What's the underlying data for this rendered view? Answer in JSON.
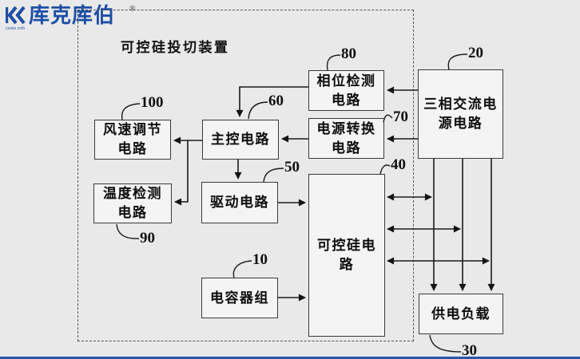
{
  "page": {
    "background": "#e9e9e9",
    "accent_blue": "#1d4ea6"
  },
  "logo": {
    "brand": "库克库伯",
    "registered": "®",
    "subtext": "cooke soth"
  },
  "diagram": {
    "title": "可控硅投切装置",
    "blocks": [
      {
        "name": "phase-detection",
        "label": "相位检测\n电路",
        "ref": "80"
      },
      {
        "name": "power-conversion",
        "label": "电源转换\n电路",
        "ref": "70"
      },
      {
        "name": "three-phase-ac-source",
        "label": "三相交流电\n源电路",
        "ref": "20"
      },
      {
        "name": "wind-speed-adjust",
        "label": "风速调节\n电路",
        "ref": "100"
      },
      {
        "name": "main-control",
        "label": "主控电路",
        "ref": "60"
      },
      {
        "name": "temperature-detection",
        "label": "温度检测\n电路",
        "ref": "90"
      },
      {
        "name": "drive-circuit",
        "label": "驱动电路",
        "ref": "50"
      },
      {
        "name": "thyristor-circuit",
        "label": "可控硅电\n路",
        "ref": "40"
      },
      {
        "name": "capacitor-bank",
        "label": "电容器组",
        "ref": "10"
      },
      {
        "name": "power-load",
        "label": "供电负载",
        "ref": "30"
      }
    ]
  }
}
